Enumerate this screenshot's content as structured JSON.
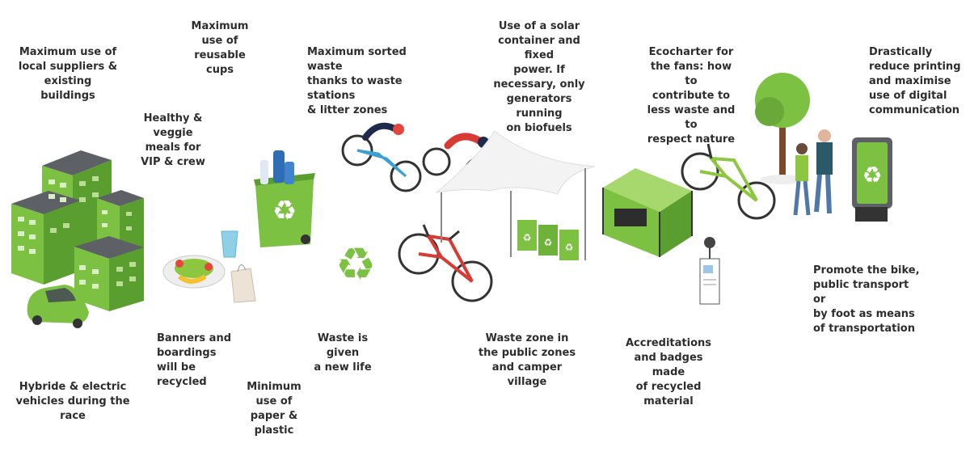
{
  "colors": {
    "green": "#7cc142",
    "green_dark": "#4e8f2a",
    "green_light": "#a6d86e",
    "grey": "#5d6166",
    "red": "#d83a34",
    "text": "#2d2d2d"
  },
  "labels": {
    "local_suppliers": "Maximum use of\nlocal suppliers &\nexisting buildings",
    "reusable_cups": "Maximum\nuse of\nreusable cups",
    "sorted_waste": "Maximum sorted waste\nthanks to waste stations\n& litter zones",
    "solar_power": "Use of a solar\ncontainer and fixed\npower. If\nnecessary, only\ngenerators running\non biofuels",
    "ecocharter": "Ecocharter for\nthe fans: how to\ncontribute to\nless waste and to\nrespect nature",
    "printing": "Drastically\nreduce printing\nand maximise\nuse of digital\ncommunication",
    "veggie_meals": "Healthy &\nveggie\nmeals for\nVIP & crew",
    "banners": "Banners and\nboardings\nwill be\nrecycled",
    "waste_new_life": "Waste is given\na new life",
    "waste_zone": "Waste zone in\nthe public zones\nand camper\nvillage",
    "accreditations": "Accreditations\nand badges made\nof recycled\nmaterial",
    "promote_bike": "Promote the bike,\npublic transport or\nby foot as means\nof transportation",
    "hybrid_vehicles": "Hybride & electric\nvehicles during the race",
    "minimum_paper": "Minimum\nuse of\npaper &\nplastic"
  },
  "icons": [
    "buildings-icon",
    "electric-car-icon",
    "meal-plate-icon",
    "reusable-cup-icon",
    "paper-bag-icon",
    "recycling-bin-icon",
    "recycle-symbol-icon",
    "cyclist-icon",
    "bicycle-icon",
    "tent-icon",
    "generator-icon",
    "badge-icon",
    "tree-icon",
    "walking-people-icon",
    "digital-sign-icon"
  ]
}
